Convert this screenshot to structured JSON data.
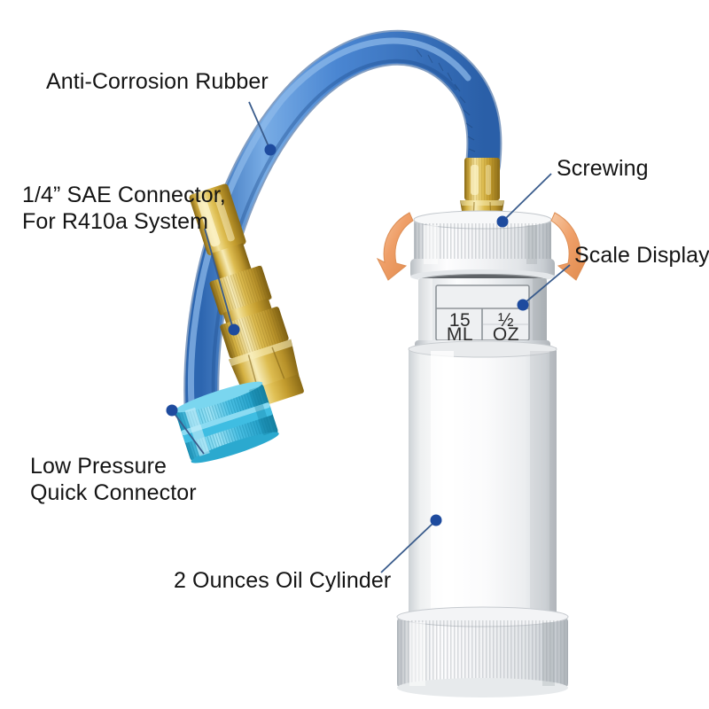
{
  "diagram": {
    "title": "A/C Oil Injector Product Diagram",
    "background_color": "#ffffff"
  },
  "callouts": [
    {
      "id": "anti-corrosion-rubber",
      "label": "Anti-Corrosion Rubber",
      "target": "blue rubber hose"
    },
    {
      "id": "sae-connector",
      "label": "1/4”  SAE Connector,\nFor R410a System",
      "target": "brass SAE fitting"
    },
    {
      "id": "low-pressure-quick-connector",
      "label": "Low Pressure\nQuick Connector",
      "target": "blue anodized quick coupler"
    },
    {
      "id": "screwing",
      "label": "Screwing",
      "target": "knurled silver cap"
    },
    {
      "id": "scale-display",
      "label": "Scale Display",
      "target": "measurement window"
    },
    {
      "id": "oil-cylinder",
      "label": "2 Ounces Oil Cylinder",
      "target": "white aluminum cylinder body"
    }
  ],
  "scale_display": {
    "volume_value": "15",
    "volume_unit": "ML",
    "weight_value": "½",
    "weight_unit": "OZ"
  },
  "colors": {
    "hose_blue": "#3d7fcc",
    "hose_blue_dark": "#2c64ad",
    "hose_blue_light": "#6ba3e0",
    "brass": "#d4ab42",
    "brass_light": "#f0dc93",
    "brass_dark": "#9c7a1c",
    "quick_connector_blue": "#4fc3e8",
    "quick_connector_blue_dark": "#1d9ec4",
    "cylinder_white": "#f4f5f6",
    "cylinder_shadow": "#cfd3d6",
    "leader_line": "#3a5c8c",
    "leader_dot": "#1e4b9e",
    "arrow_orange": "#ea9a63",
    "arrow_orange_light": "#f6c29a",
    "text": "#141414"
  },
  "rotation_arrows": [
    {
      "id": "arrow-left",
      "direction": "counter-clockwise"
    },
    {
      "id": "arrow-right",
      "direction": "clockwise"
    }
  ]
}
